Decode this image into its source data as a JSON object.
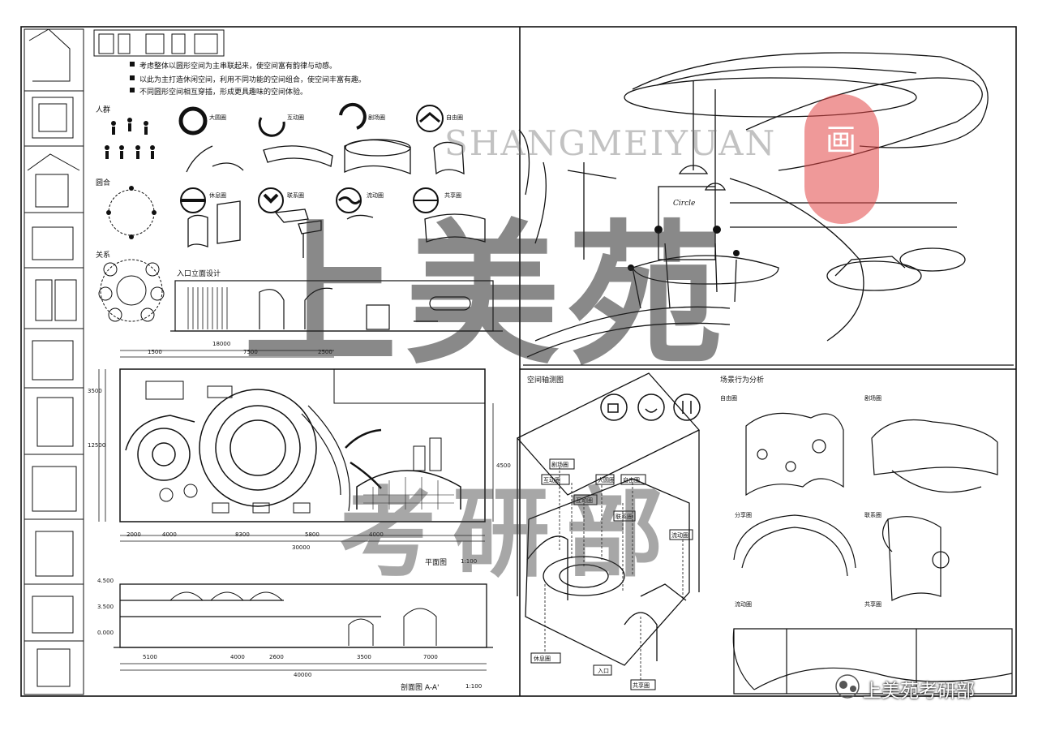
{
  "notes": {
    "line1": "考虑整体以圆形空间为主串联起来，使空间富有韵律与动感。",
    "line2": "以此为主打造休闲空间，利用不同功能的空间组合，使空间丰富有趣。",
    "line3": "不同圆形空间相互穿插，形成更具趣味的空间体验。"
  },
  "analysis": {
    "person_label": "人群",
    "circle_label": "圆合",
    "relation_label": "关系"
  },
  "circle_types": [
    "大圆圈",
    "互动圈",
    "剧场圈",
    "自由圈",
    "休息圈",
    "联系圈",
    "流动圈",
    "共享圈"
  ],
  "headings": {
    "elevation": "入口立面设计",
    "plan": "平面图",
    "plan_scale": "1:100",
    "section": "剖面图 A-A'",
    "section_scale": "1:100",
    "axon": "空间轴测图",
    "space_analysis": "场景行为分析",
    "zone1": "自由圈",
    "zone2": "剧场圈",
    "zone3": "分享圈",
    "zone4": "联系圈",
    "zone5": "流动圈",
    "zone6": "共享圈",
    "entry": "入口",
    "axon_l1": "剧场圈",
    "axon_l2": "互动圈",
    "axon_l3": "大圆圈",
    "axon_l4": "自由圈",
    "axon_l5": "联系圈",
    "axon_l6": "休息圈",
    "axon_l7": "流动圈",
    "axon_l8": "共享圈"
  },
  "dimensions": {
    "top_total": "18000",
    "top_a": "1500",
    "top_b": "7500",
    "top_c": "2500",
    "bottom_total": "30000",
    "b1": "2000",
    "b2": "4000",
    "b3": "8300",
    "b4": "5800",
    "b5": "4000",
    "left_total": "12500",
    "left_a": "3500",
    "right_a": "4500",
    "sec_total": "40000",
    "sec_a": "5100",
    "sec_b": "4000",
    "sec_c": "2600",
    "sec_d": "3500",
    "sec_e": "7000",
    "lvl1": "4.500",
    "lvl2": "3.500",
    "lvl3": "0.000"
  },
  "perspective": {
    "sign": "Circle"
  },
  "watermark": {
    "latin": "SHANGMEIYUAN",
    "seal_char": "画",
    "big1": "上美苑",
    "big2": "考研部",
    "footer": "上美苑考研部"
  }
}
